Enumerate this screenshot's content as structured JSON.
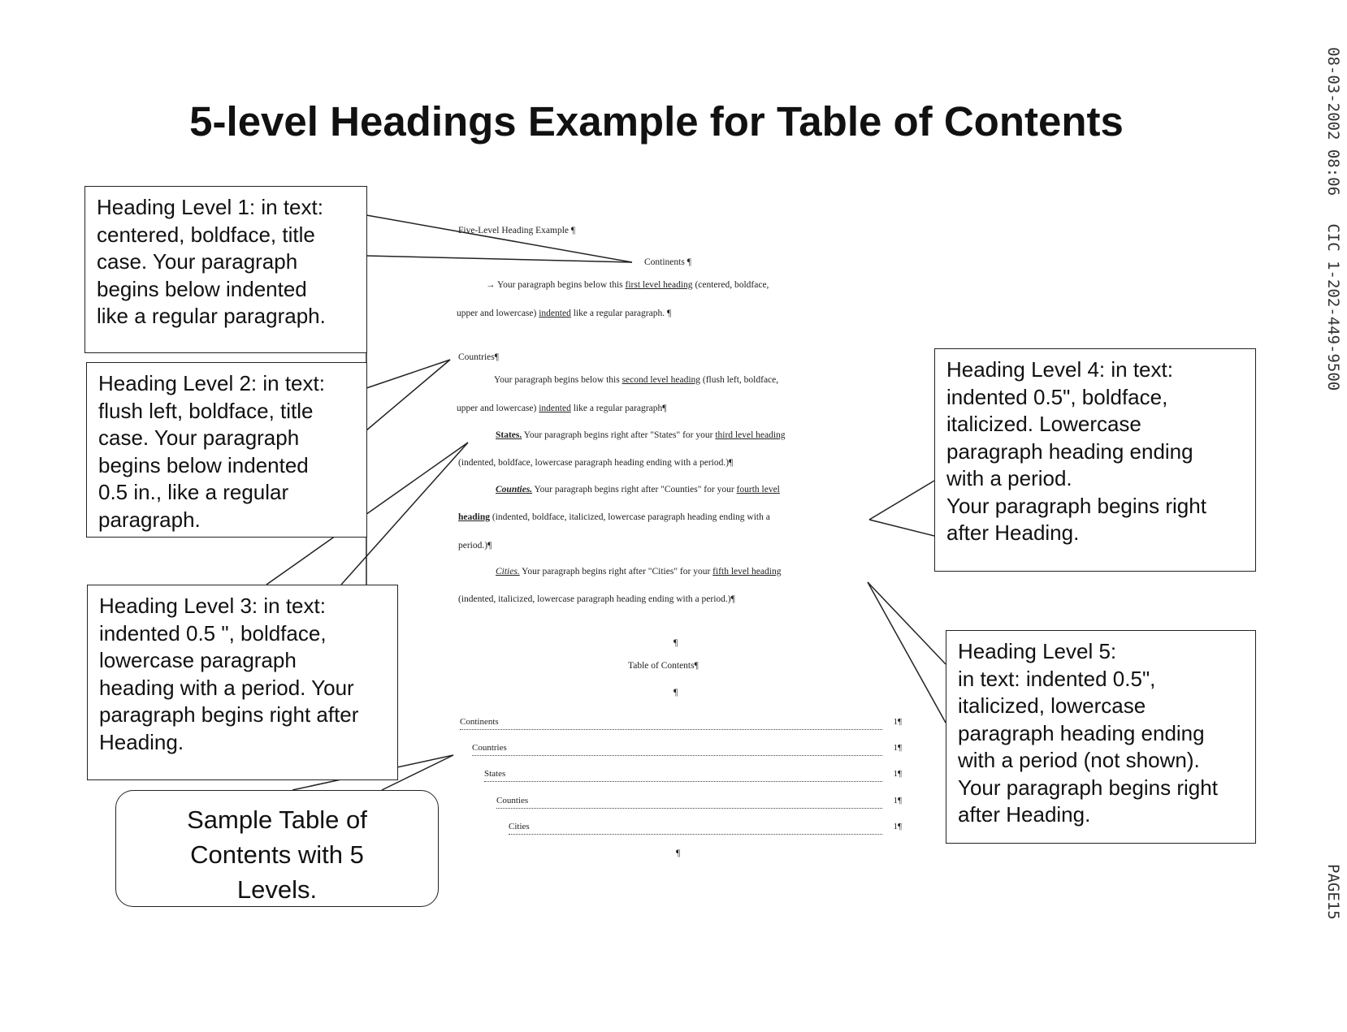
{
  "title": "5-level Headings Example for Table of Contents",
  "fax_header": "08-03-2002 08:06   CIC 1-202-449-9500",
  "fax_page": "PAGE15",
  "callouts": {
    "level1": [
      "Heading Level 1: in text:",
      "centered, boldface, title",
      "case. Your paragraph",
      "begins below indented",
      "like a regular paragraph."
    ],
    "level2": [
      "Heading Level 2: in text:",
      "flush left, boldface, title",
      "case. Your paragraph",
      "begins below indented",
      "0.5 in., like a regular",
      "paragraph."
    ],
    "level3": [
      "Heading Level 3: in text:",
      "indented 0.5 \", boldface,",
      "lowercase paragraph",
      "heading with a period. Your",
      "paragraph begins right after",
      "Heading."
    ],
    "level4": [
      "Heading Level 4: in text:",
      "indented 0.5\", boldface,",
      "italicized. Lowercase",
      "paragraph heading ending",
      "with a period.",
      "Your paragraph begins right",
      "after Heading."
    ],
    "level5": [
      "Heading Level 5:",
      "in text: indented 0.5\",",
      "italicized, lowercase",
      "paragraph heading ending",
      "with a period (not shown).",
      "Your paragraph begins right",
      "after Heading."
    ],
    "sample": [
      "Sample Table of",
      "Contents with 5",
      "Levels."
    ]
  },
  "doc": {
    "header": "Five-Level Heading Example ¶",
    "h1": "Continents ¶",
    "p1a_pre": "→      Your paragraph begins below this ",
    "p1a_u": "first level heading",
    "p1a_post": "  (centered, boldface,",
    "p1b_pre": "upper and lowercase) ",
    "p1b_u": "indented",
    "p1b_post": " like a regular paragraph. ¶",
    "h2": "Countries¶",
    "p2a_pre": "Your paragraph begins below this ",
    "p2a_u": "second level heading",
    "p2a_post": "  (flush left, boldface,",
    "p2b_pre": "upper and lowercase) ",
    "p2b_u": "indented",
    "p2b_post": " like a regular paragraph¶",
    "h3": "States.",
    "p3a_mid": " Your paragraph begins right after \"States\" for your ",
    "p3a_u": "third level heading",
    "p3b": "(indented, boldface, lowercase paragraph heading ending with a period.)¶",
    "h4": "Counties.",
    "p4a_mid": " Your paragraph begins right after \"Counties\" for your ",
    "p4a_u": "fourth level",
    "p4b_u": "heading",
    "p4b_post": " (indented, boldface, italicized, lowercase paragraph heading ending with a",
    "p4c": "period.)¶",
    "h5": "Cities.",
    "p5a_mid": " Your paragraph begins right after \"Cities\" for your ",
    "p5a_u": "fifth level heading",
    "p5b": "(indented, italicized, lowercase paragraph heading ending with a period.)¶",
    "pilcrow1": "¶",
    "toc_title": "Table of Contents¶",
    "pilcrow2": "¶",
    "pilcrow3": "¶",
    "toc": [
      {
        "label": "Continents",
        "page": "1¶"
      },
      {
        "label": "Countries",
        "page": "1¶"
      },
      {
        "label": "States",
        "page": "1¶"
      },
      {
        "label": "Counties",
        "page": "1¶"
      },
      {
        "label": "Cities",
        "page": "1¶"
      }
    ]
  }
}
